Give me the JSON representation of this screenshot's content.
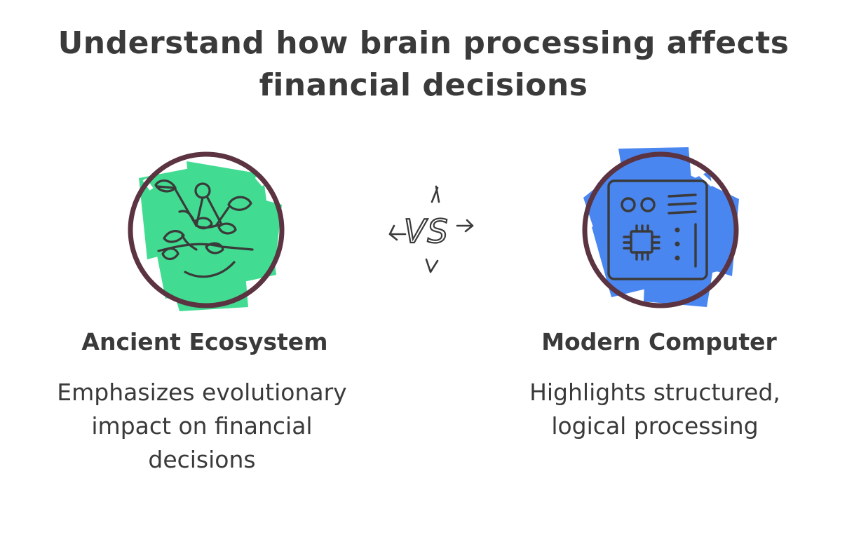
{
  "title": {
    "line1": "Understand how brain processing affects",
    "line2": "financial decisions"
  },
  "vs_label": "VS",
  "left": {
    "icon": "plant-vine-icon",
    "heading": "Ancient Ecosystem",
    "desc_line1": "Emphasizes evolutionary",
    "desc_line2": "impact on financial",
    "desc_line3": "decisions",
    "accent": "#41dc91"
  },
  "right": {
    "icon": "computer-chip-icon",
    "heading": "Modern Computer",
    "desc_line1": "Highlights structured,",
    "desc_line2": "logical processing",
    "accent": "#4a86f0"
  },
  "colors": {
    "text": "#3a3a3a",
    "circle_border": "#5b3341"
  }
}
